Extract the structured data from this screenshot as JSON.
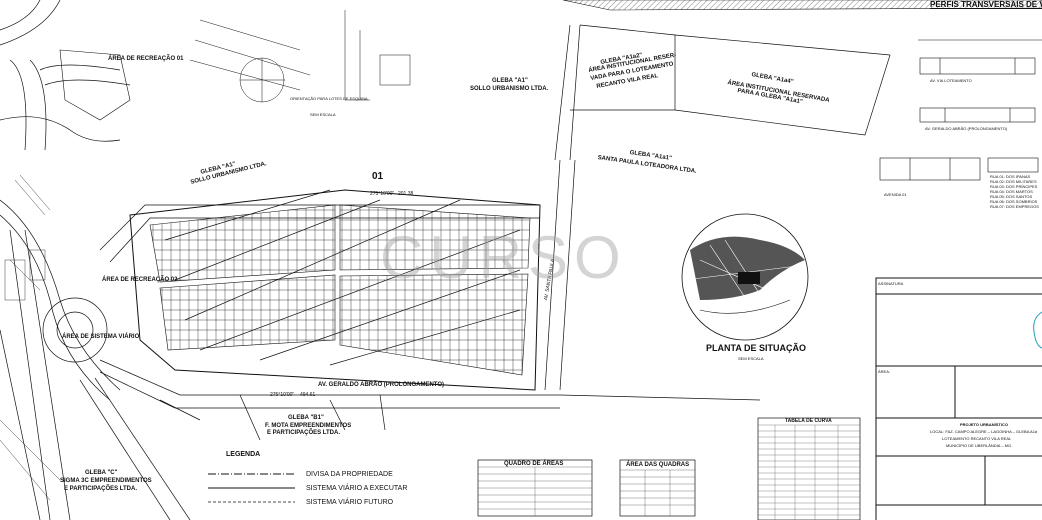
{
  "labels": {
    "area_recreacao_01": "ÁREA DE RECREAÇÃO 01",
    "area_recreacao_02": "ÁREA DE RECREAÇÃO 02",
    "area_sistema_viario": "ÁREA DE SISTEMA VIÁRIO",
    "gleba_a1_top": "GLEBA \"A1\"",
    "sollo_top": "SOLLO URBANISMO LTDA.",
    "gleba_a1_left": "GLEBA \"A1\"",
    "sollo_left": "SOLLO URBANISMO LTDA.",
    "gleba_a1a1": "GLEBA \"A1a1\"",
    "santa_paula": "SANTA PAULA LOTEADORA LTDA.",
    "gleba_a1a2": "GLEBA \"A1a2\"",
    "area_inst_1": "ÁREA INSTITUCIONAL RESER-",
    "area_inst_2": "VADA PARA O LOTEAMENTO",
    "area_inst_3": "RECANTO VILA REAL",
    "gleba_a1a4": "GLEBA \"A1a4\"",
    "area_inst_b1": "ÁREA INSTITUCIONAL RESERVADA",
    "area_inst_b2": "PARA A GLEBA \"A1a1\"",
    "lot_number": "01",
    "gleba_b1": "GLEBA \"B1\"",
    "mota_1": "F. MOTA EMPREENDIMENTOS",
    "mota_2": "E PARTICIPAÇÕES LTDA.",
    "gleba_c": "GLEBA \"C\"",
    "sigma_1": "SIGMA 3C EMPREENDIMENTOS",
    "sigma_2": "E PARTICIPAÇÕES LTDA.",
    "av_geraldo": "AV. GERALDO ABRÃO (PROLONGAMENTO)",
    "orientacao": "ORIENTAÇÃO PARA LOTES DE ESQUINA",
    "sem_escala": "SEM ESCALA",
    "dim_1": "275°10'00\"",
    "dim_2": "201.38",
    "dim_3": "275°10'00\"",
    "dim_4": "494.61",
    "santa_paula_av": "AV. SANTA PAULA",
    "watermark": "CURSO"
  },
  "perfis": {
    "title": "PERFIS TRANSVERSAIS DE VIAS",
    "caption_1": "AV. VIA LOTEAMENTO",
    "caption_2": "AV. GERALDO ABRÃO (PROLONGAMENTO)",
    "caption_3": "AVENIDA 01",
    "street_list": [
      "RUA 01: DOS IPANAS",
      "RUA 02: DOS MILITARES",
      "RUA 03: DOS PRÍNCIPES",
      "RUA 04: DOS MARTOS",
      "RUA 05: DOS SANTOS",
      "RUA 06: DOS SOMBRIOS",
      "RUA 07: DOS EMPREGOS"
    ]
  },
  "situacao": {
    "title": "PLANTA DE SITUAÇÃO",
    "scale": "SEM ESCALA"
  },
  "legenda": {
    "title": "LEGENDA",
    "items": [
      "DIVISA DA PROPRIEDADE",
      "SISTEMA VIÁRIO A EXECUTAR",
      "SISTEMA VIÁRIO FUTURO"
    ]
  },
  "quadro_areas": {
    "title": "QUADRO DE ÁREAS"
  },
  "area_quadras": {
    "title": "ÁREA DAS QUADRAS"
  },
  "tabela_curva": {
    "title": "TABELA DE CURVA"
  },
  "carimbo": {
    "assinatura": "ASSINATURA",
    "area": "ÁREA:",
    "projeto_1": "PROJETO URBANÍSTICO",
    "projeto_2": "LOCAL: FAZ. CAMPO ALEGRE – LAGOINHA – GLEBA A1d",
    "projeto_3": "LOTEAMENTO RECANTO VILA REAL",
    "projeto_4": "MUNICÍPIO DE UBERLÂNDIA – MG."
  },
  "colors": {
    "line": "#111111",
    "edge_accent": "#2aa0b8"
  }
}
